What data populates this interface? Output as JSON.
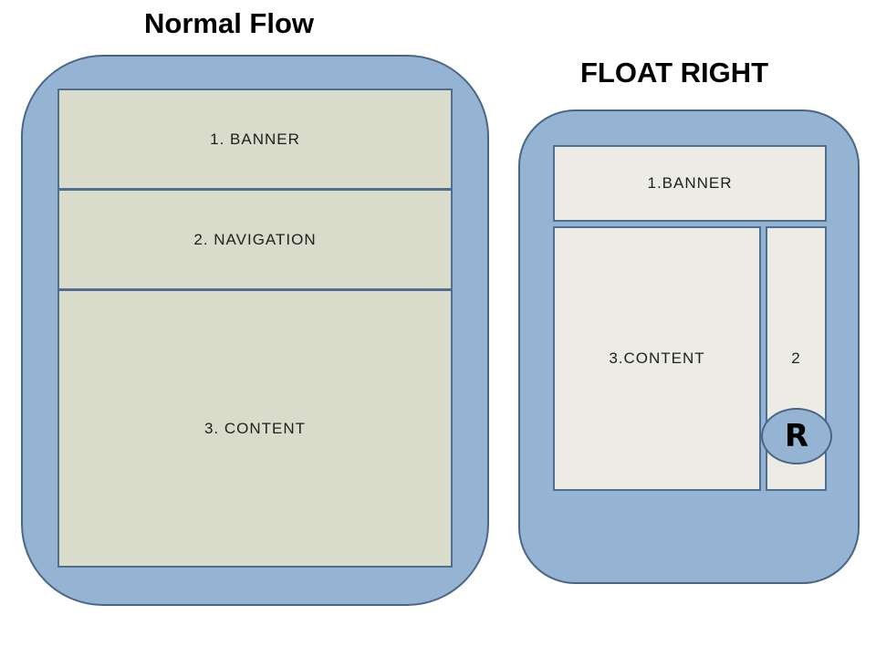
{
  "normal_flow": {
    "title": "Normal Flow",
    "boxes": [
      {
        "label": "1. BANNER"
      },
      {
        "label": "2. NAVIGATION"
      },
      {
        "label": "3. CONTENT"
      }
    ]
  },
  "float_right": {
    "title": "FLOAT RIGHT",
    "boxes": [
      {
        "label": "1.BANNER"
      },
      {
        "label": "3.CONTENT"
      },
      {
        "label": "2"
      }
    ],
    "badge": "R"
  },
  "colors": {
    "panel_fill": "#95b3d3",
    "panel_border": "#4a6686",
    "normal_box_fill": "#dadccb",
    "float_box_fill": "#ecece4"
  }
}
